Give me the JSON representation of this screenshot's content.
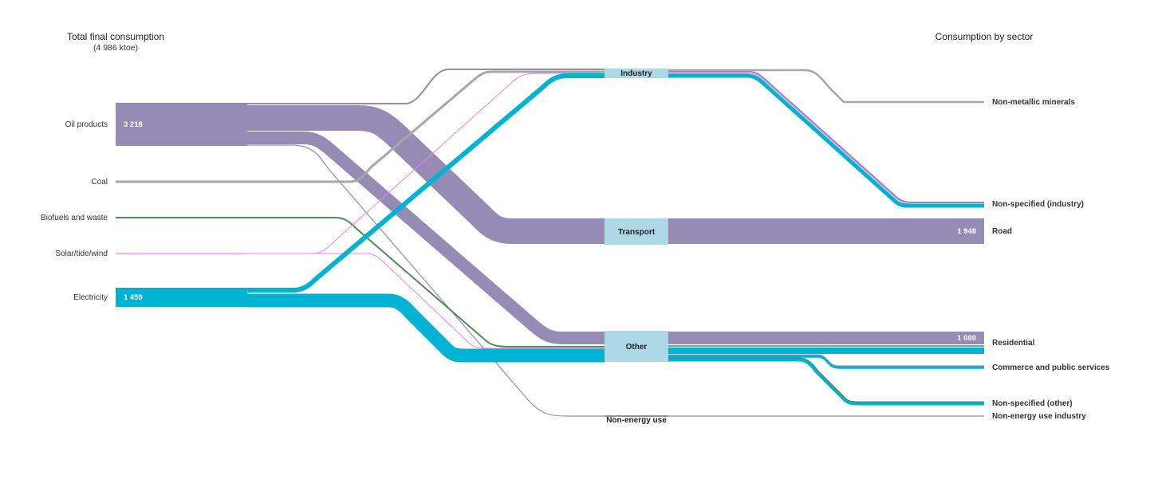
{
  "headers": {
    "left_title": "Total final consumption",
    "left_subtitle": "(4 986 ktoe)",
    "right_title": "Consumption by sector"
  },
  "colors": {
    "oil": "#968bb5",
    "coal": "#a7a7a7",
    "biofuels": "#4e8c55",
    "solar": "#ee82ee",
    "electricity": "#00b3d3",
    "hub_box": "#add8e6"
  },
  "sources": [
    {
      "id": "oil",
      "label": "Oil products",
      "value_label": "3 218"
    },
    {
      "id": "coal",
      "label": "Coal",
      "value_label": ""
    },
    {
      "id": "bio",
      "label": "Biofuels and waste",
      "value_label": ""
    },
    {
      "id": "solar",
      "label": "Solar/tide/wind",
      "value_label": ""
    },
    {
      "id": "elec",
      "label": "Electricity",
      "value_label": "1 459"
    }
  ],
  "hubs": [
    {
      "id": "industry",
      "label": "Industry"
    },
    {
      "id": "transport",
      "label": "Transport"
    },
    {
      "id": "other",
      "label": "Other"
    },
    {
      "id": "nonenergy",
      "label": "Non-energy use"
    }
  ],
  "sectors": [
    {
      "id": "nonmetal",
      "label": "Non-metallic minerals",
      "value_label": ""
    },
    {
      "id": "nonspec_ind",
      "label": "Non-specified (industry)",
      "value_label": ""
    },
    {
      "id": "road",
      "label": "Road",
      "value_label": "1 948"
    },
    {
      "id": "residential",
      "label": "Residential",
      "value_label": "1 080"
    },
    {
      "id": "commerce",
      "label": "Commerce and public services",
      "value_label": ""
    },
    {
      "id": "nonspec_other",
      "label": "Non-specified (other)",
      "value_label": ""
    },
    {
      "id": "nonenergy_ind",
      "label": "Non-energy use industry",
      "value_label": ""
    }
  ]
}
